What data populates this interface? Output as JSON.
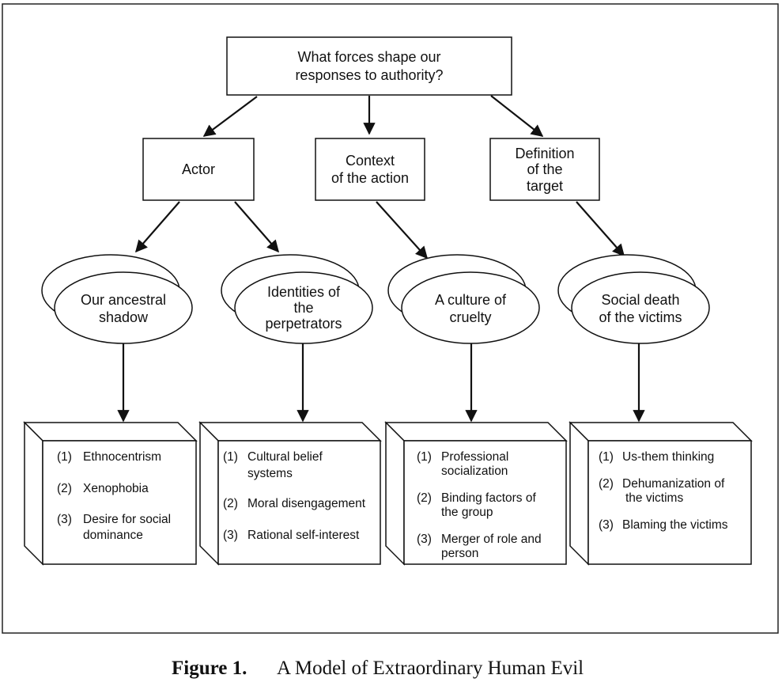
{
  "diagram": {
    "root": {
      "lines": [
        "What forces shape our",
        "responses to authority?"
      ]
    },
    "factors": {
      "actor": {
        "lines": [
          "Actor"
        ]
      },
      "context": {
        "lines": [
          "Context",
          "of the action"
        ]
      },
      "definition": {
        "lines": [
          "Definition",
          "of the",
          "target"
        ]
      }
    },
    "themes": {
      "ancestral": {
        "lines": [
          "Our ancestral",
          "shadow"
        ]
      },
      "identities": {
        "lines": [
          "Identities of",
          "the",
          "perpetrators"
        ]
      },
      "culture": {
        "lines": [
          "A culture of",
          "cruelty"
        ]
      },
      "social_death": {
        "lines": [
          "Social death",
          "of the victims"
        ]
      }
    },
    "lists": {
      "ancestral": [
        {
          "num": "(1)",
          "lines": [
            "Ethnocentrism"
          ]
        },
        {
          "num": "(2)",
          "lines": [
            "Xenophobia"
          ]
        },
        {
          "num": "(3)",
          "lines": [
            "Desire for social",
            "dominance"
          ]
        }
      ],
      "identities": [
        {
          "num": "(1)",
          "lines": [
            "Cultural belief",
            "systems"
          ]
        },
        {
          "num": "(2)",
          "lines": [
            "Moral disengagement"
          ]
        },
        {
          "num": "(3)",
          "lines": [
            "Rational self-interest"
          ]
        }
      ],
      "culture": [
        {
          "num": "(1)",
          "lines": [
            "Professional",
            "socialization"
          ]
        },
        {
          "num": "(2)",
          "lines": [
            "Binding factors of",
            "the group"
          ]
        },
        {
          "num": "(3)",
          "lines": [
            "Merger of role and",
            "person"
          ]
        }
      ],
      "social_death": [
        {
          "num": "(1)",
          "lines": [
            "Us-them thinking"
          ]
        },
        {
          "num": "(2)",
          "lines": [
            "Dehumanization of",
            "the victims"
          ]
        },
        {
          "num": "(3)",
          "lines": [
            "Blaming the victims"
          ]
        }
      ]
    }
  },
  "caption": {
    "label": "Figure 1.",
    "text": "A Model of Extraordinary Human Evil"
  }
}
